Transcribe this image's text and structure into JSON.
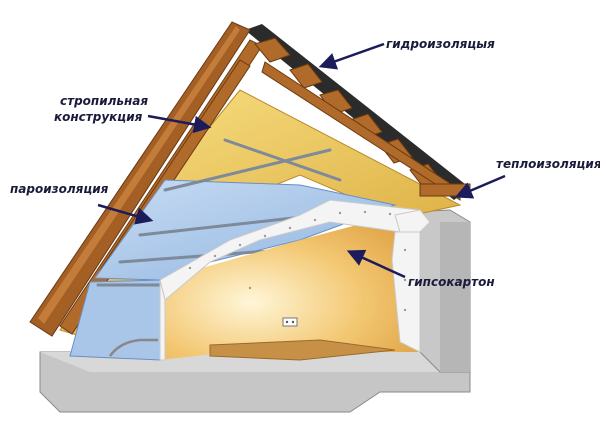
{
  "labels": {
    "waterproofing": "гидроизоляцыя",
    "rafters_line1": "стропильная",
    "rafters_line2": "конструкция",
    "vapor_barrier": "пароизоляция",
    "thermal_insulation": "теплоизоляция",
    "drywall": "гипсокартон"
  },
  "colors": {
    "arrow": "#1c1c5a",
    "wood": "#b06a2a",
    "insulation": "#e8c45a",
    "vapor_barrier": "#a9c8ea",
    "drywall": "#f2f2f2",
    "concrete": "#c9c9c9",
    "roof_membrane": "#2a2a2a"
  }
}
